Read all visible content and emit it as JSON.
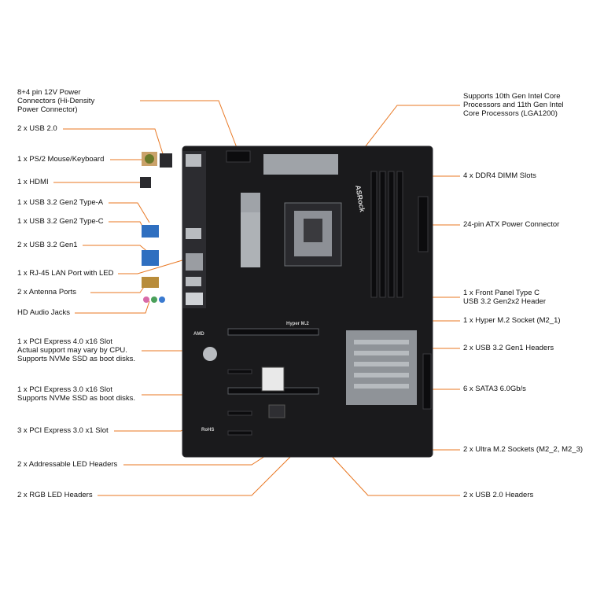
{
  "colors": {
    "leader": "#e87722",
    "board": "#1a1a1c",
    "board_edge": "#2a2a2e",
    "heatsink": "#9fa3a8",
    "slot": "#0c0c0e",
    "label_text": "#111111"
  },
  "board": {
    "brand": "ASRock",
    "chipset_text": "Hyper M.2",
    "rohs_text": "RoHS",
    "amd_text": "AMD"
  },
  "callouts_left": [
    {
      "id": "power-12v",
      "text": "8+4 pin 12V Power\nConnectors (Hi-Density\nPower Connector)"
    },
    {
      "id": "usb20-io",
      "text": "2 x USB 2.0"
    },
    {
      "id": "ps2",
      "text": "1 x PS/2 Mouse/Keyboard"
    },
    {
      "id": "hdmi",
      "text": "1 x HDMI"
    },
    {
      "id": "usb32g2a",
      "text": "1 x USB 3.2 Gen2 Type-A"
    },
    {
      "id": "usb32g2c",
      "text": "1 x USB 3.2 Gen2 Type-C"
    },
    {
      "id": "usb32g1-io",
      "text": "2 x USB 3.2 Gen1"
    },
    {
      "id": "lan",
      "text": "1 x RJ-45 LAN Port with LED"
    },
    {
      "id": "antenna",
      "text": "2 x Antenna Ports"
    },
    {
      "id": "audio",
      "text": "HD Audio Jacks"
    },
    {
      "id": "pcie4",
      "text": "1 x PCI Express 4.0 x16 Slot\nActual support may vary by CPU.\nSupports NVMe SSD as boot disks."
    },
    {
      "id": "pcie3x16",
      "text": "1 x PCI Express 3.0 x16 Slot\nSupports NVMe SSD as boot disks."
    },
    {
      "id": "pcie3x1",
      "text": "3 x PCI Express 3.0 x1 Slot"
    },
    {
      "id": "argb",
      "text": "2 x Addressable LED Headers"
    },
    {
      "id": "rgb",
      "text": "2 x RGB LED Headers"
    }
  ],
  "callouts_right": [
    {
      "id": "cpu",
      "text": "Supports 10th Gen Intel Core\nProcessors and 11th Gen Intel\nCore Processors (LGA1200)"
    },
    {
      "id": "dimm",
      "text": "4 x DDR4 DIMM Slots"
    },
    {
      "id": "atx24",
      "text": "24-pin ATX Power Connector"
    },
    {
      "id": "typec-header",
      "text": "1 x Front Panel Type C\nUSB 3.2 Gen2x2 Header"
    },
    {
      "id": "hyper-m2",
      "text": "1 x Hyper M.2 Socket (M2_1)"
    },
    {
      "id": "usb32g1-hdr",
      "text": "2 x USB 3.2 Gen1 Headers"
    },
    {
      "id": "sata",
      "text": "6 x SATA3 6.0Gb/s"
    },
    {
      "id": "ultra-m2",
      "text": "2 x Ultra M.2 Sockets (M2_2, M2_3)"
    },
    {
      "id": "usb20-hdr",
      "text": "2 x USB 2.0 Headers"
    }
  ]
}
